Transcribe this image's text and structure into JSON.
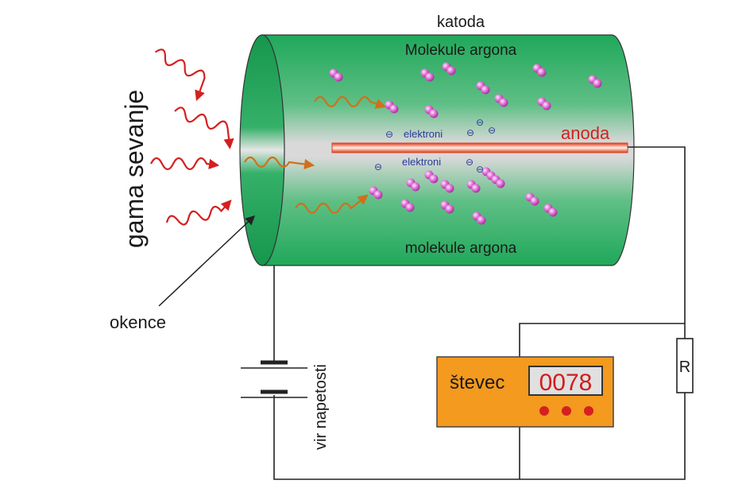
{
  "labels": {
    "gamma": "gama sevanje",
    "cathode": "katoda",
    "argon_top": "Molekule argona",
    "argon_bottom": "molekule argona",
    "anode": "anoda",
    "electrons_1": "elektroni",
    "electrons_2": "elektroni",
    "window": "okence",
    "voltage_source": "vir napetosti",
    "counter": "števec",
    "resistor": "R"
  },
  "counter_display": "0078",
  "electron_symbol": "⊖",
  "colors": {
    "tube": "#1fa85a",
    "anode": "#e03a1e",
    "gamma_wave": "#d42020",
    "inner_wave": "#d0701a",
    "molecule": "#e26fd8",
    "counter_body": "#f39a1f",
    "display_text": "#d41b1b",
    "counter_led": "#d42020"
  },
  "icons": [
    "gamma-wave-icon",
    "argon-molecule-icon",
    "electron-icon",
    "battery-icon",
    "resistor-icon"
  ]
}
